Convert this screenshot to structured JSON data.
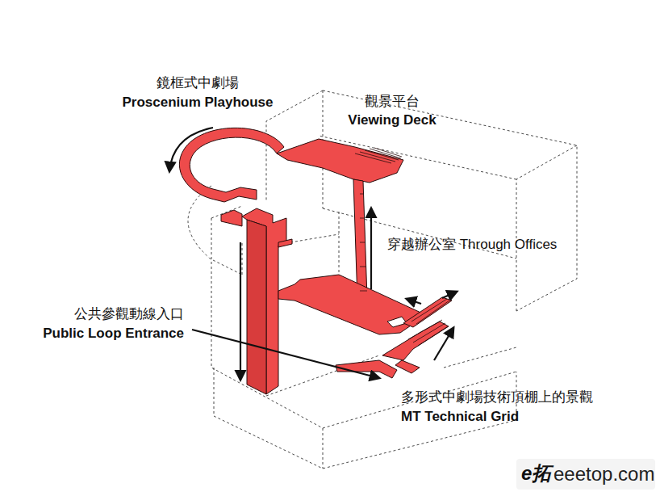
{
  "diagram": {
    "labels": [
      "鏡框式中劇場",
      "Proscenium Playhouse",
      "觀景平台",
      "Viewing Deck",
      "穿越辦公室 Through Offices",
      "公共參觀動線入口",
      "Public Loop Entrance",
      "多形式中劇場技術頂棚上的景觀",
      "MT Technical Grid",
      "e拓",
      "eeetop.com"
    ]
  }
}
